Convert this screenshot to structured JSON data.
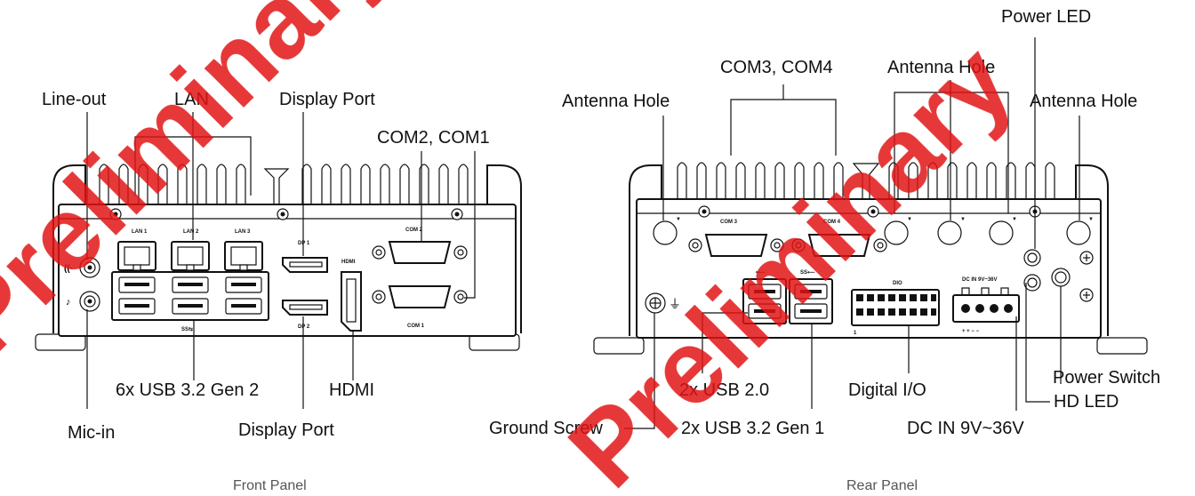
{
  "labels": {
    "line_out": "Line-out",
    "lan": "LAN",
    "display_port_top": "Display Port",
    "com2_com1": "COM2, COM1",
    "usb_front": "6x USB 3.2 Gen 2",
    "hdmi": "HDMI",
    "mic_in": "Mic-in",
    "display_port_bottom": "Display Port",
    "antenna_left": "Antenna Hole",
    "com3_com4": "COM3, COM4",
    "antenna_middle": "Antenna Hole",
    "power_led": "Power LED",
    "antenna_right": "Antenna Hole",
    "ground_screw": "Ground Screw",
    "usb20": "2x USB 2.0",
    "usb32_gen1": "2x USB 3.2 Gen 1",
    "digital_io": "Digital I/O",
    "dc_in": "DC IN 9V~36V",
    "power_switch": "Power Switch",
    "hd_led": "HD LED"
  },
  "captions": {
    "front": "Front Panel",
    "rear": "Rear Panel"
  },
  "silkscreen": {
    "lan1": "LAN 1",
    "lan2": "LAN 2",
    "lan3": "LAN 3",
    "dp1": "DP 1",
    "dp2": "DP 2",
    "hdmi": "HDMI",
    "com2": "COM 2",
    "com1": "COM 1",
    "com3": "COM 3",
    "com4": "COM 4",
    "dio": "DIO",
    "dc": "DC IN 9V~36V",
    "pin1": "1"
  },
  "watermark": "Preliminary",
  "colors": {
    "line": "#111111",
    "watermark": "#e11414"
  }
}
